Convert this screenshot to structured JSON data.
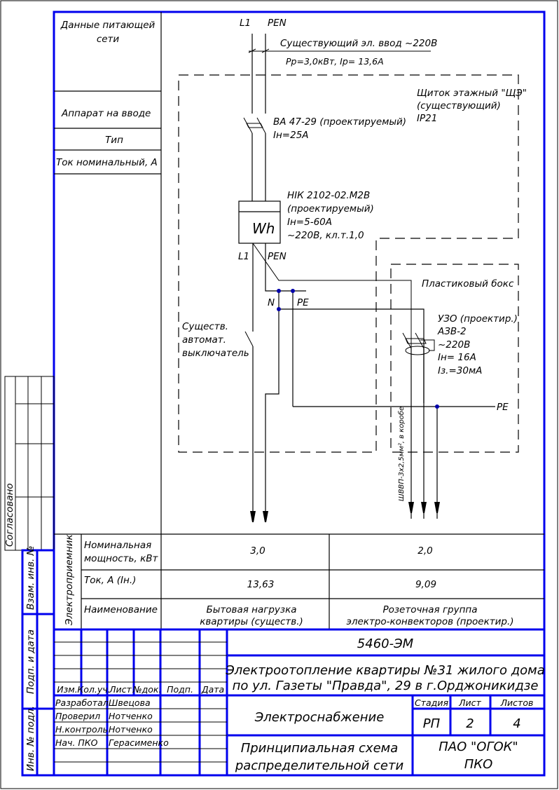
{
  "supply_table": {
    "network_data_label": [
      "Данные питающей",
      "сети"
    ],
    "input_device_label": "Аппарат на вводе",
    "type_label": "Тип",
    "rated_current_label": "Ток номинальный, А"
  },
  "diagram": {
    "phase_top": "L1",
    "pen_top": "PEN",
    "existing_input": "Существующий эл. ввод ~220В",
    "calc_power": "Рр=3,0кВт, Iр= 13,6А",
    "panel_label": [
      "Щиток этажный \"ЩЭ\"",
      "(существующий)",
      "IP21"
    ],
    "breaker_main": [
      "ВА 47-29 (проектируемый)",
      "Iн=25А"
    ],
    "meter_symbol": "Wh",
    "meter_label": [
      "НІК 2102-02.М2В",
      "(проектируемый)",
      "Iн=5-60А",
      "~220В, кл.т.1,0"
    ],
    "phase_mid": "L1",
    "pen_mid": "PEN",
    "n_label": "N",
    "pe_label": "PE",
    "existing_breaker": [
      "Существ.",
      "автомат.",
      "выключатель"
    ],
    "plastic_box": "Пластиковый бокс",
    "rcd_label": [
      "УЗО (проектир.)",
      "АЗВ-2",
      "~220В",
      "Iн= 16А",
      "Iз.=30мА"
    ],
    "pe_right": "PE",
    "cable_label": "ШВВП-3х2,5мм², в коробе"
  },
  "consumers": {
    "group_label": "Электроприемник",
    "rows": [
      {
        "label": [
          "Номинальная",
          "мощность, кВт"
        ],
        "values": [
          "3,0",
          "2,0"
        ]
      },
      {
        "label": [
          "Ток, А (Iн.)"
        ],
        "values": [
          "13,63",
          "9,09"
        ]
      },
      {
        "label": [
          "Наименование"
        ],
        "values": [
          [
            "Бытовая нагрузка",
            "квартиры (существ.)"
          ],
          [
            "Розеточная группа",
            "электро-конвекторов (проектир.)"
          ]
        ]
      }
    ]
  },
  "side_strip": {
    "agreed": "Согласовано",
    "ref_inv": "Взам. инв. №",
    "sign_date": "Подп. и дата",
    "inv_orig": "Инв. № подл."
  },
  "title_block": {
    "doc_code": "5460-ЭМ",
    "project_title": [
      "Электроотопление квартиры №31 жилого дома",
      "по ул. Газеты \"Правда\", 29 в г.Орджоникидзе"
    ],
    "section": "Электроснабжение",
    "drawing_title": [
      "Принципиальная схема",
      "распределительной сети"
    ],
    "stage_label": "Стадия",
    "sheet_label": "Лист",
    "sheets_label": "Листов",
    "stage": "РП",
    "sheet": "2",
    "sheets": "4",
    "organization": [
      "ПАО \"ОГОК\"",
      "ПКО"
    ],
    "rev_headers": [
      "Изм.",
      "Кол.уч.",
      "Лист",
      "№док.",
      "Подп.",
      "Дата"
    ],
    "signatures": [
      {
        "role": "Разработал",
        "name": "Швецова"
      },
      {
        "role": "Проверил",
        "name": "Нотченко"
      },
      {
        "role": "Н.контроль",
        "name": "Нотченко"
      },
      {
        "role": "Нач. ПКО",
        "name": "Герасименко"
      }
    ]
  }
}
